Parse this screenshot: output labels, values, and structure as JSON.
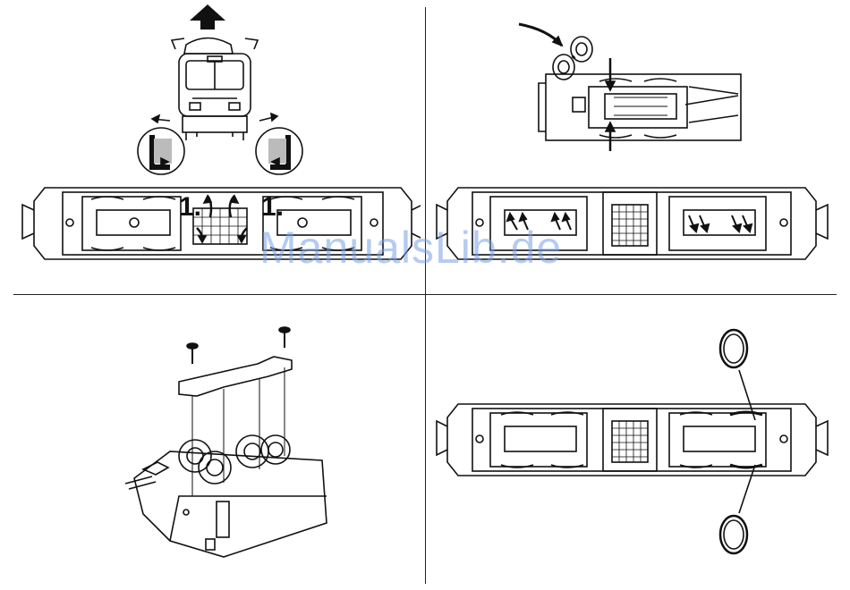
{
  "watermark": {
    "text": "ManualsLib.de"
  },
  "figure1": {
    "step_left": "1.",
    "step_right": "1."
  },
  "colors": {
    "line": "#111111",
    "paper": "#ffffff",
    "watermark": "#7aa0e6"
  },
  "icons": [
    "arrow-up-icon",
    "arrow-icon",
    "screw-icon",
    "traction-tire-icon"
  ]
}
